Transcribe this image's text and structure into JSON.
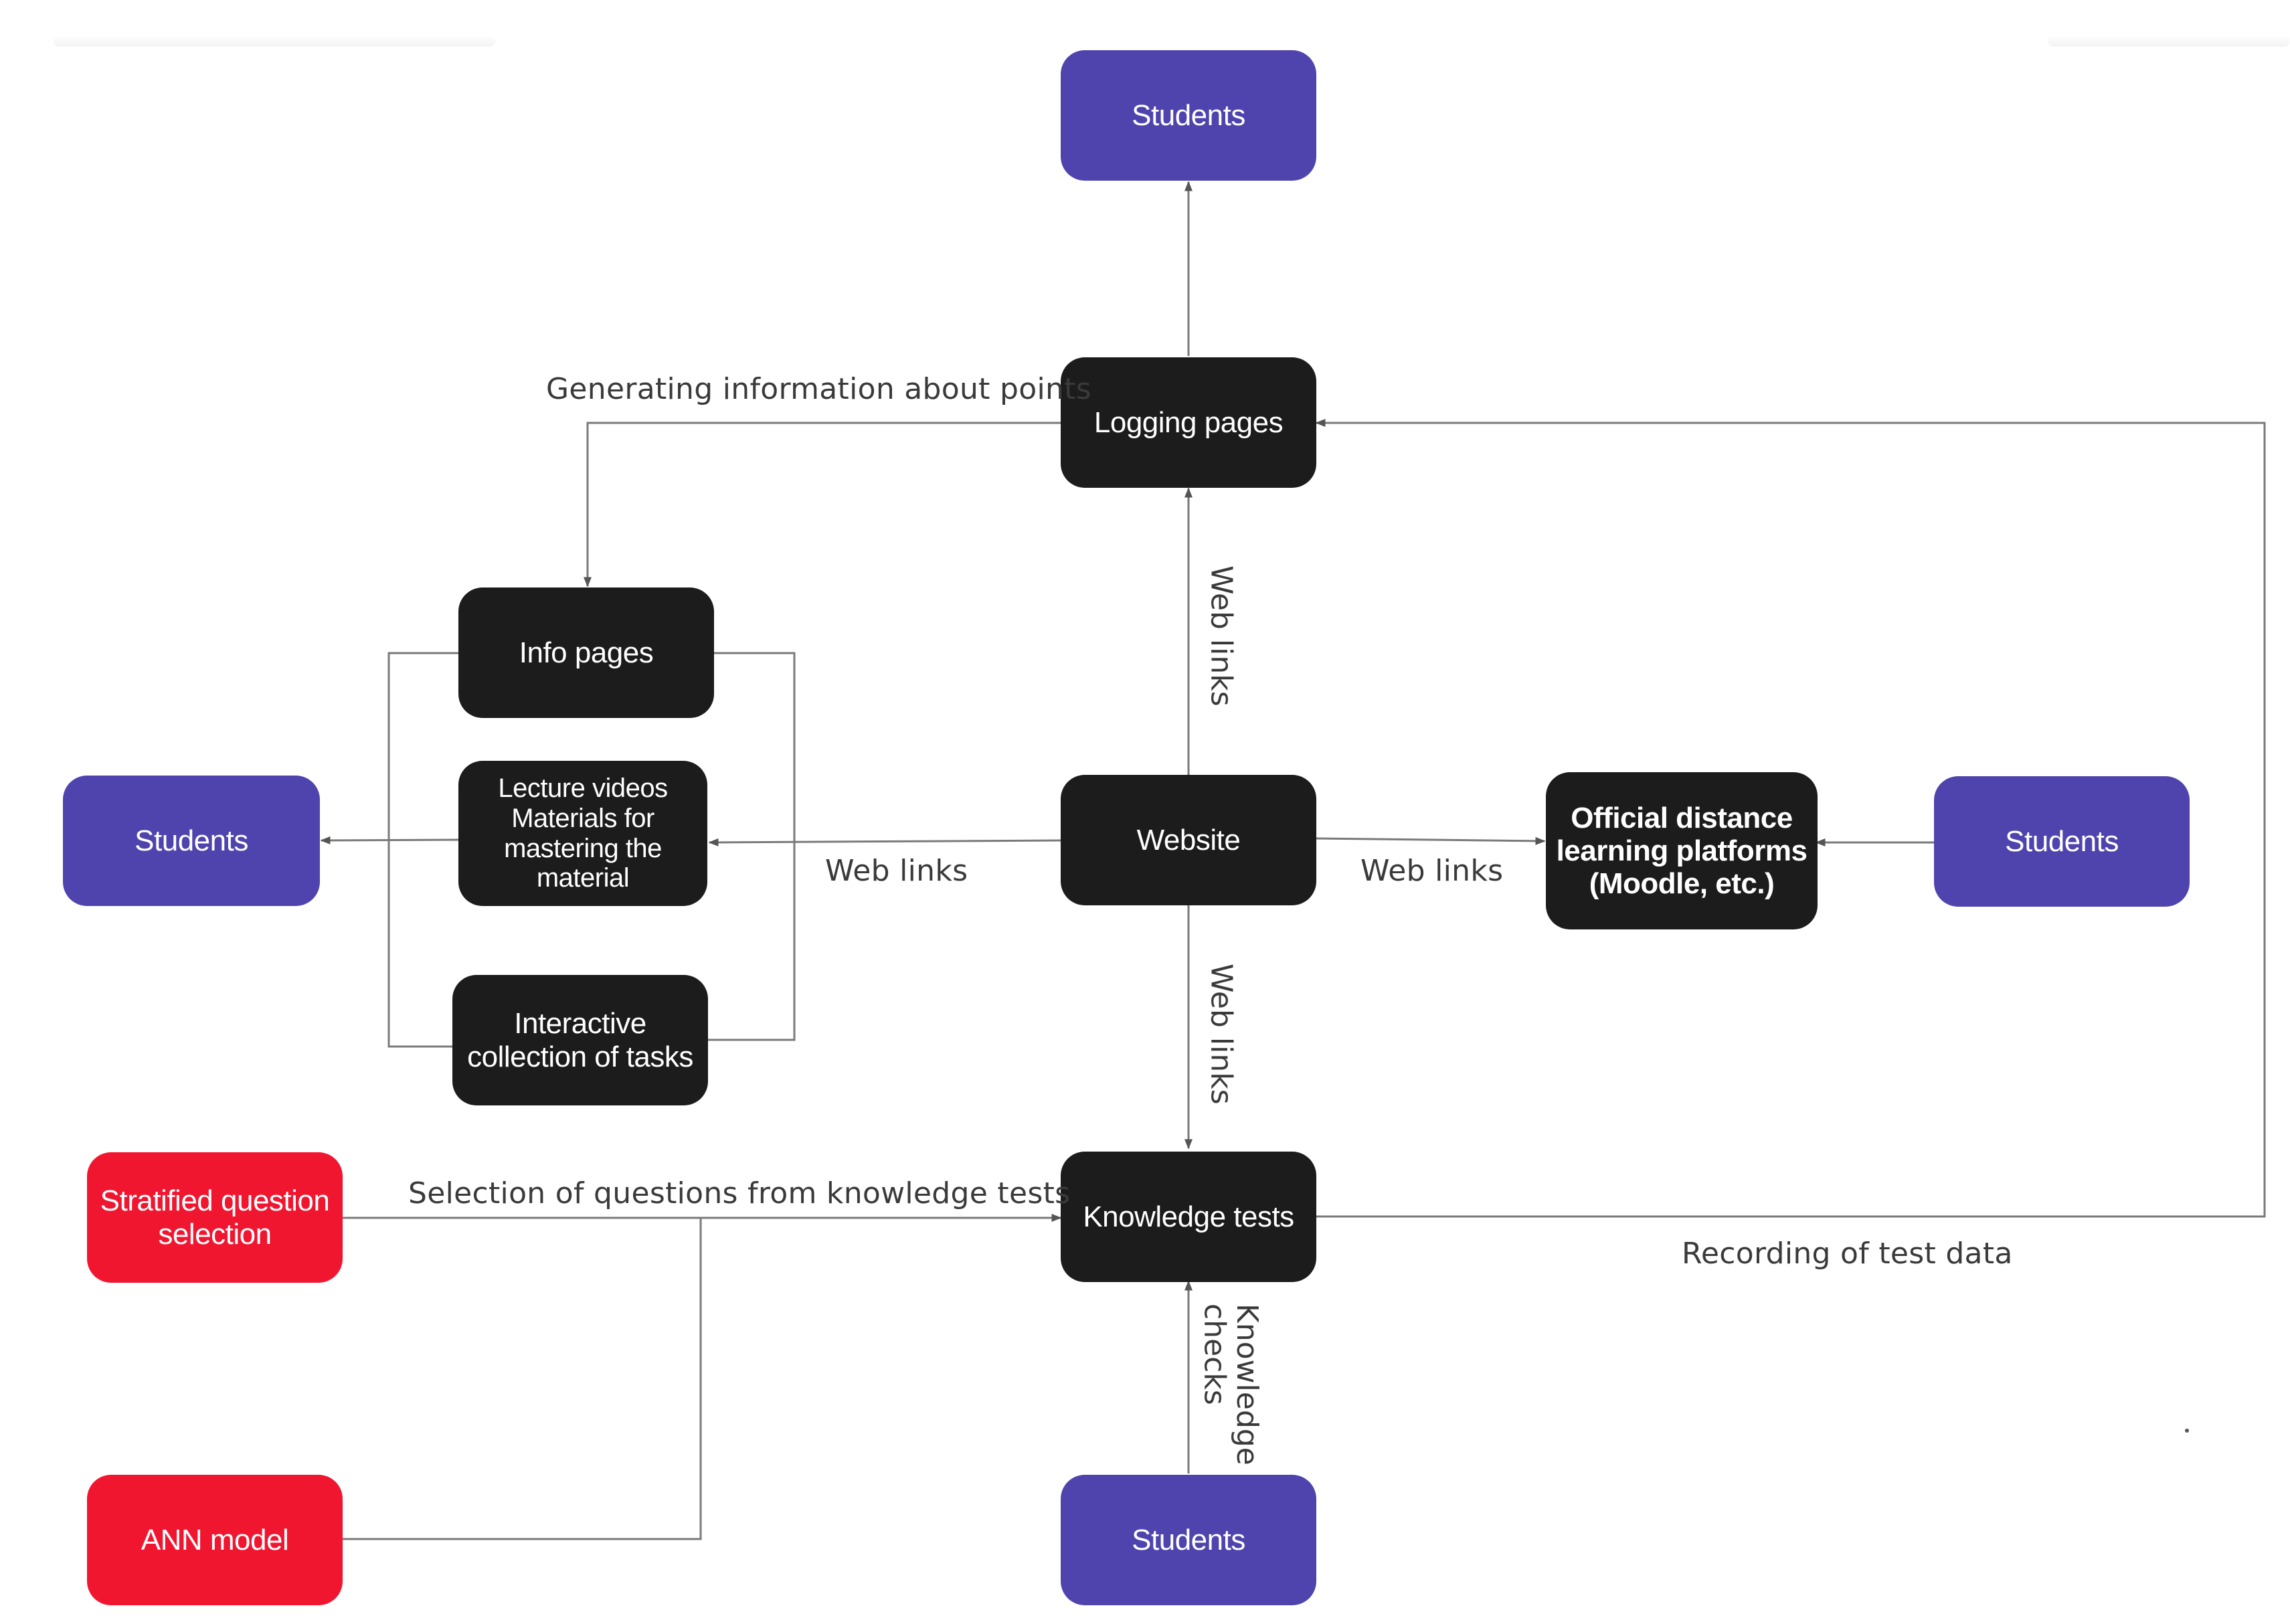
{
  "colors": {
    "dark_node": "#1c1c1c",
    "student_node": "#4f44ad",
    "model_node": "#f01630",
    "connector": "#7a7a7a",
    "label_text": "#3a3a3a"
  },
  "nodes": {
    "students_top": "Students",
    "logging_pages": "Logging pages",
    "info_pages": "Info pages",
    "lecture_videos": "Lecture videos\nMaterials for\nmastering the\nmaterial",
    "interactive_tasks": "Interactive\ncollection of tasks",
    "students_left": "Students",
    "website": "Website",
    "official_platforms": "Official distance\nlearning platforms\n(Moodle, etc.)",
    "students_right": "Students",
    "stratified_selection": "Stratified question\nselection",
    "knowledge_tests": "Knowledge tests",
    "ann_model": "ANN model",
    "students_bottom": "Students"
  },
  "edge_labels": {
    "generating_info": "Generating information about points",
    "web_links_up": "Web links",
    "web_links_left": "Web links",
    "web_links_right": "Web links",
    "web_links_down": "Web links",
    "selection_questions": "Selection of questions from knowledge tests",
    "recording_test_data": "Recording of test data",
    "knowledge_checks": "Knowledge\nchecks"
  }
}
